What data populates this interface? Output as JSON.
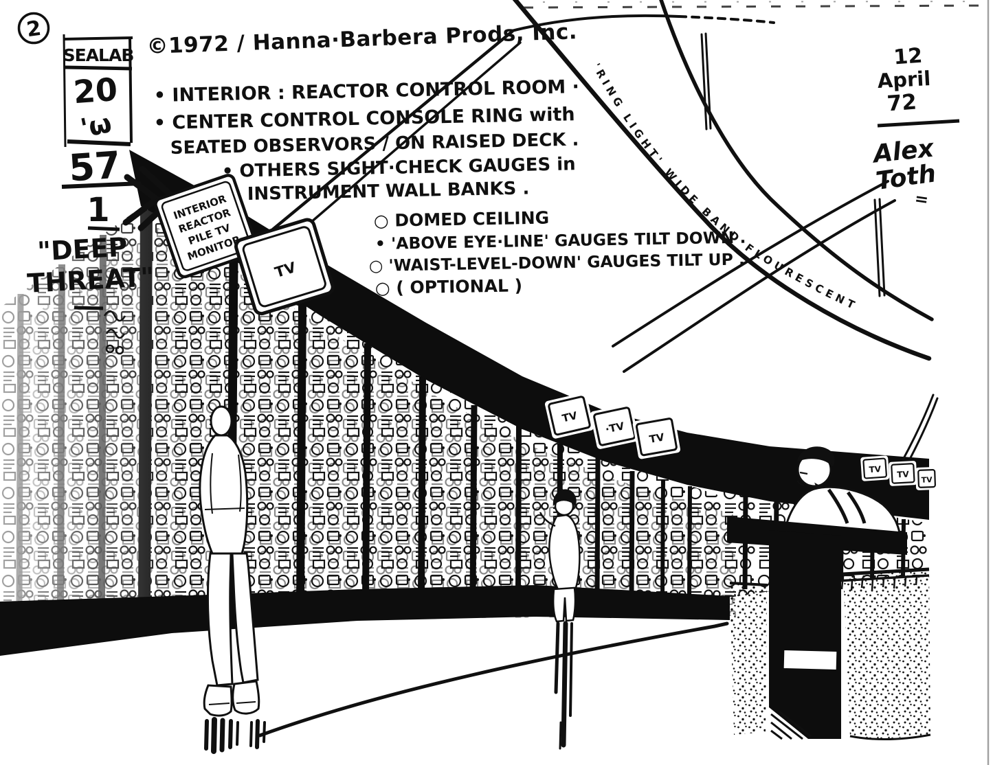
{
  "colors": {
    "ink": "#101010",
    "paper": "#ffffff"
  },
  "sheet": {
    "page_number": "2",
    "copyright": "©1972 / Hanna·Barbera Prods, Inc.",
    "production_box": {
      "show": "SEALAB",
      "number_top": "20",
      "number_bottom": "'ω",
      "scene_number": "57",
      "bg_number": "1",
      "title_line1": "\"DEEP",
      "title_line2": "THREAT\""
    },
    "date": {
      "day": "12",
      "month": "April",
      "year": "72"
    },
    "signature_line1": "Alex",
    "signature_line2": "Toth",
    "signature_mark": "="
  },
  "notes": {
    "line1": "• INTERIOR : REACTOR CONTROL ROOM ·",
    "line2": "• CENTER CONTROL CONSOLE RING with",
    "line3": "SEATED OBSERVORS / ON RAISED DECK .",
    "line4": "• OTHERS SIGHT·CHECK GAUGES in",
    "line5": "INSTRUMENT WALL BANKS .",
    "line6": "○ DOMED CEILING",
    "line7": "• 'ABOVE EYE·LINE' GAUGES TILT DOWN .",
    "line8": "○ 'WAIST-LEVEL-DOWN' GAUGES TILT UP .",
    "line9": "○ ( OPTIONAL )"
  },
  "wall": {
    "sign_line1": "INTERIOR",
    "sign_line2": "REACTOR",
    "sign_line3": "PILE TV",
    "sign_line4": "MONITOR",
    "tv_label": "TV",
    "tv_label_dot": "·TV"
  },
  "ceiling": {
    "ring_light_label": "'RING LIGHT'   WIDE BAND  FLOURESCENT"
  }
}
